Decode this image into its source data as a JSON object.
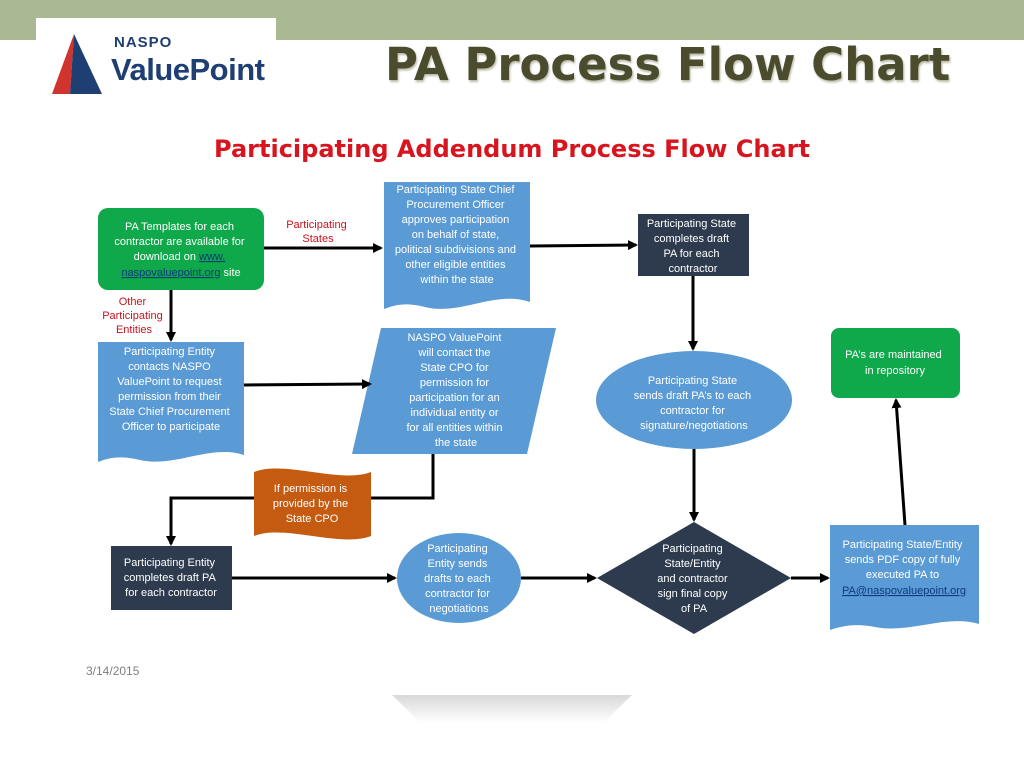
{
  "logo": {
    "naspo": "NASPO",
    "value_point": "ValuePoint",
    "colors": {
      "navy": "#1f3f73",
      "red": "#d1332e"
    }
  },
  "slide_title": "PA Process Flow Chart",
  "chart_title": "Participating Addendum Process Flow Chart",
  "date": "3/14/2015",
  "nodes": {
    "templates": {
      "lines": [
        "PA Templates for each",
        "contractor are available for"
      ],
      "prefix": "download on ",
      "link_a": "www.",
      "link_b": "naspovaluepoint.org",
      "suffix": " site"
    },
    "state_cpo": {
      "lines": [
        "Participating State Chief",
        "Procurement  Officer",
        "approves participation",
        "on behalf of state,",
        "political subdivisions and",
        "other eligible entities",
        "within the state"
      ]
    },
    "state_draft": {
      "lines": [
        "Participating State",
        "completes draft",
        "PA for each",
        "contractor"
      ]
    },
    "entity_contacts": {
      "lines": [
        "Participating Entity",
        "contacts NASPO",
        "ValuePoint to request",
        "permission from their",
        "State Chief Procurement",
        "Officer to participate"
      ]
    },
    "naspo_contact": {
      "lines": [
        "NASPO ValuePoint",
        "will contact the",
        "State CPO for",
        "permission for",
        "participation for an",
        "individual entity or",
        "for all entities within",
        "the state"
      ]
    },
    "permission": {
      "lines": [
        "If permission is",
        "provided by  the",
        "State CPO"
      ]
    },
    "entity_draft": {
      "lines": [
        "Participating Entity",
        "completes draft PA",
        "for each contractor"
      ]
    },
    "entity_sends": {
      "lines": [
        "Participating",
        "Entity sends",
        "drafts to each",
        "contractor for",
        "negotiations"
      ]
    },
    "state_sends": {
      "lines": [
        "Participating State",
        "sends draft PA’s to each",
        "contractor for",
        "signature/negotiations"
      ]
    },
    "sign_final": {
      "lines": [
        "Participating",
        "State/Entity",
        "and contractor",
        "sign final copy",
        "of PA"
      ]
    },
    "send_pdf": {
      "lines": [
        "Participating State/Entity",
        "sends PDF copy of fully",
        "executed PA to"
      ],
      "link": "PA@naspovaluepoint.org"
    },
    "repository": {
      "lines": [
        "PA’s are maintained",
        "in repository"
      ]
    }
  },
  "edge_labels": {
    "participating_states": [
      "Participating",
      "States"
    ],
    "other_entities": [
      "Other",
      "Participating",
      "Entities"
    ]
  },
  "colors": {
    "green": "#0fa84a",
    "blue": "#5b9bd5",
    "navy": "#2e3b4e",
    "orange": "#c55a11",
    "red_title": "#d8141e",
    "topbar": "#a8b993"
  }
}
